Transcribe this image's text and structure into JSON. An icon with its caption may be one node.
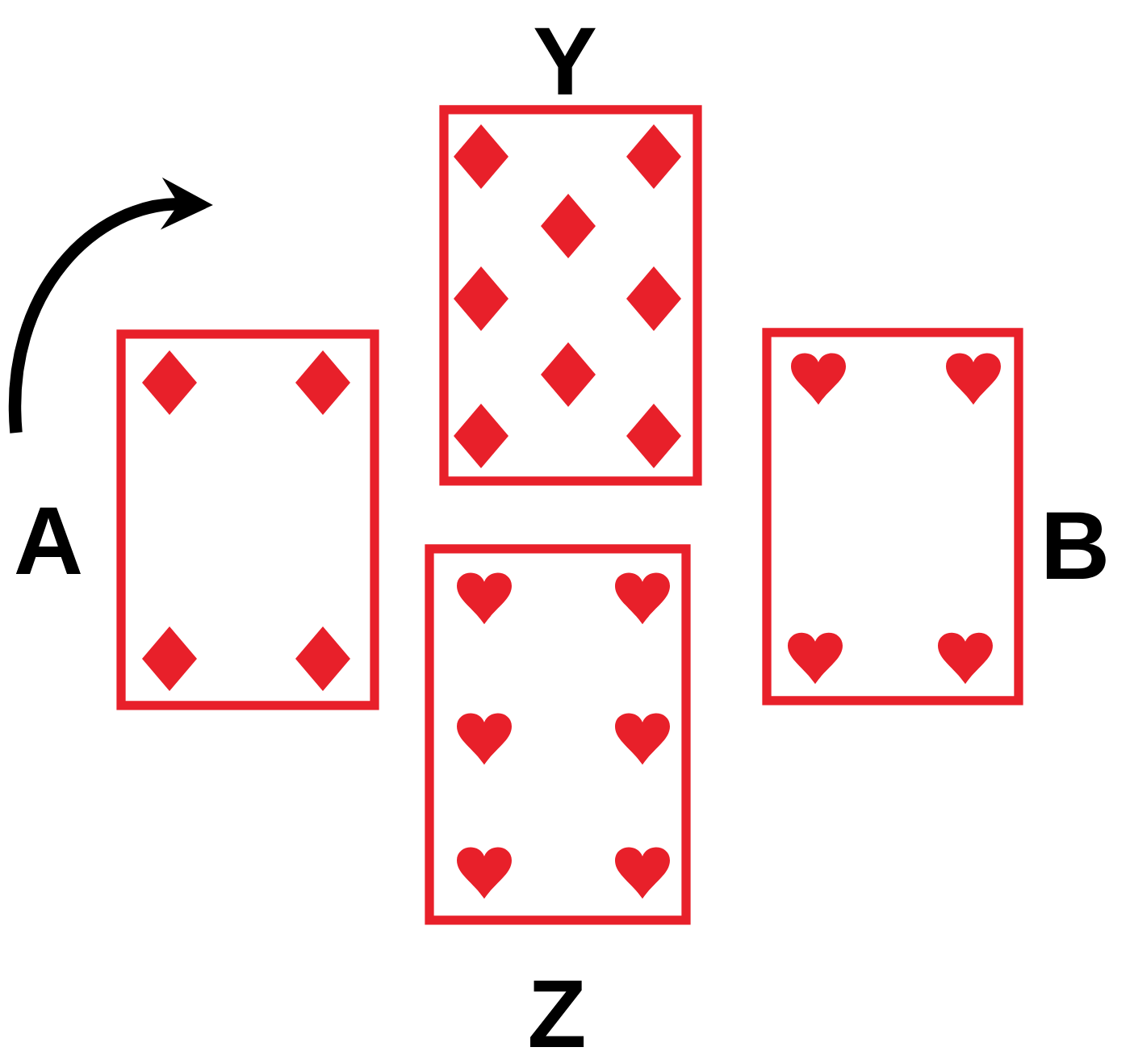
{
  "diagram": {
    "nodes": [
      {
        "text": [],
        "shape": "box",
        "beside": [
          "A"
        ]
      },
      {
        "text": [],
        "shape": "box",
        "beside": [
          "Y"
        ]
      },
      {
        "text": [],
        "shape": "box",
        "beside": [
          "Z"
        ]
      },
      {
        "text": [],
        "shape": "box",
        "beside": [
          "B"
        ]
      }
    ]
  }
}
